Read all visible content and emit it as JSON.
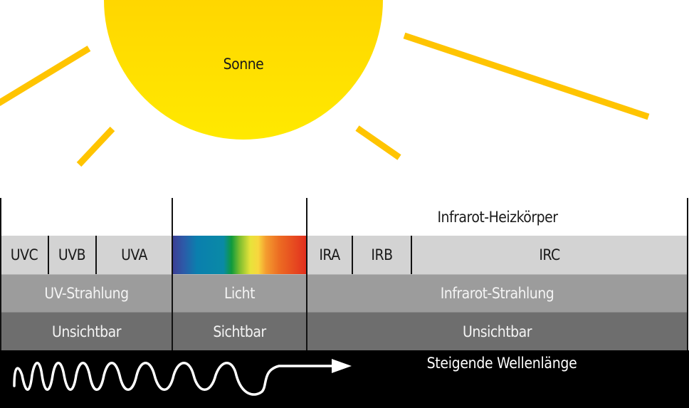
{
  "sun": {
    "label": "Sonne",
    "gradient_top": "#FFC400",
    "gradient_bottom": "#FFE800",
    "ray_color": "#FFC400"
  },
  "heater_label": "Infrarot-Heizkörper",
  "subbands": {
    "uv": [
      "UVC",
      "UVB",
      "UVA"
    ],
    "ir": [
      "IRA",
      "IRB",
      "IRC"
    ]
  },
  "radiation": {
    "uv": "UV-Strahlung",
    "light": "Licht",
    "ir": "Infrarot-Strahlung"
  },
  "visibility": {
    "uv": "Unsichtbar",
    "light": "Sichtbar",
    "ir": "Unsichtbar"
  },
  "wavelength_label": "Steigende Wellenlänge",
  "colors": {
    "subband_row": "#D3D3D3",
    "radiation_row": "#9C9C9C",
    "visibility_row": "#6E6E6E",
    "bottom_band": "#000000",
    "spectrum": [
      "#3B3F95",
      "#0A7FAE",
      "#0F9A3C",
      "#E7E33A",
      "#F49B2F",
      "#E2301E"
    ]
  }
}
